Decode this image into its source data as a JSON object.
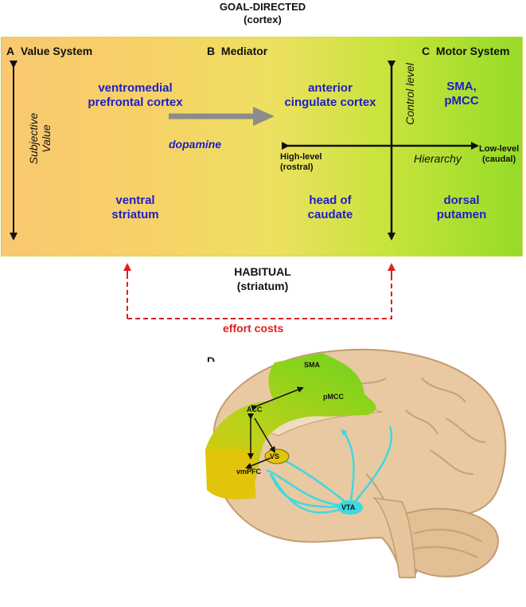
{
  "top_header": {
    "line1": "GOAL-DIRECTED",
    "line2": "(cortex)"
  },
  "panel_a": {
    "letter": "A",
    "title": "Value System",
    "cortex_region": [
      "ventromedial",
      "prefrontal cortex"
    ],
    "striatum_region": [
      "ventral",
      "striatum"
    ],
    "axis_label": [
      "Subjective",
      "Value"
    ]
  },
  "panel_b": {
    "letter": "B",
    "title": "Mediator",
    "cortex_region": [
      "anterior",
      "cingulate cortex"
    ],
    "striatum_region": [
      "head of",
      "caudate"
    ],
    "arrow_label": "dopamine"
  },
  "panel_c": {
    "letter": "C",
    "title": "Motor System",
    "cortex_region": [
      "SMA,",
      "pMCC"
    ],
    "striatum_region": [
      "dorsal",
      "putamen"
    ],
    "vertical_axis_label": "Control level",
    "horizontal_axis_label": "Hierarchy",
    "high_level": [
      "High-level",
      "(rostral)"
    ],
    "low_level": [
      "Low-level",
      "(caudal)"
    ]
  },
  "bottom_header": {
    "line1": "HABITUAL",
    "line2": "(striatum)"
  },
  "effort_label": "effort costs",
  "panel_d": {
    "letter": "D",
    "labels": {
      "sma": "SMA",
      "pmcc": "pMCC",
      "acc": "ACC",
      "vs": "VS",
      "vmpfc": "vmPFC",
      "vta": "VTA"
    }
  },
  "colors": {
    "region_text": "#1e1ec8",
    "effort": "#e02020",
    "dopamine_arrow": "#8c8c8c",
    "pathway": "#40d8e0",
    "brain": "#e8c9a2",
    "cortex_green": "#7fd31c",
    "cortex_yellow": "#e2c50a"
  }
}
